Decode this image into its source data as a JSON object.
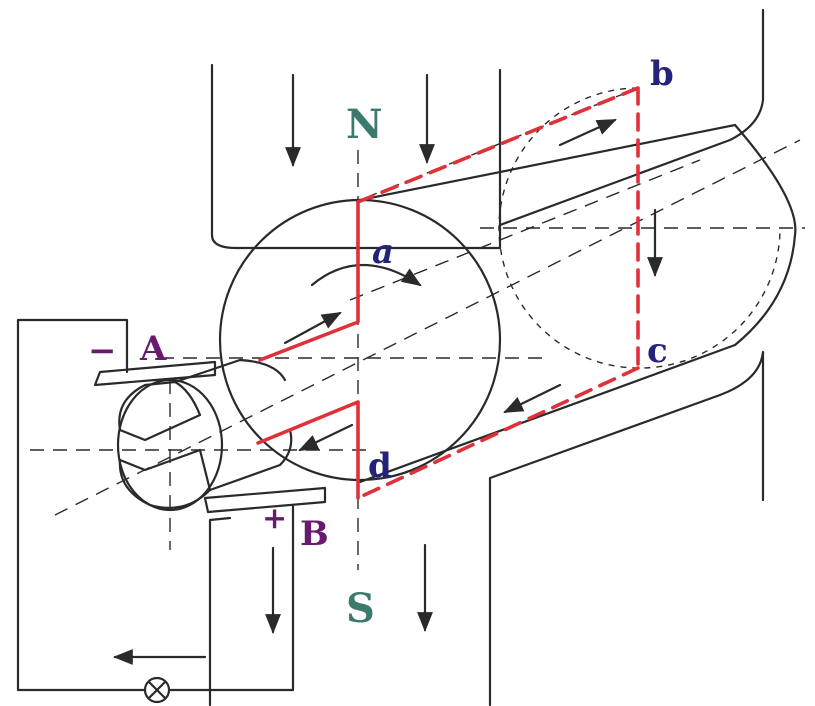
{
  "labels": {
    "pole_north": "N",
    "pole_south": "S",
    "corner_a": "a",
    "corner_b": "b",
    "corner_c": "c",
    "corner_d": "d",
    "brush_a": "A",
    "brush_b": "B",
    "sign_minus": "−",
    "sign_plus": "+"
  },
  "colors": {
    "outline": "#2a2a2a",
    "coil": "#e0303a",
    "pole_label": "#3c7a6e",
    "corner_label": "#24237a",
    "brush_label": "#6a1a6e"
  },
  "icons": {
    "lamp": "lamp-icon"
  }
}
